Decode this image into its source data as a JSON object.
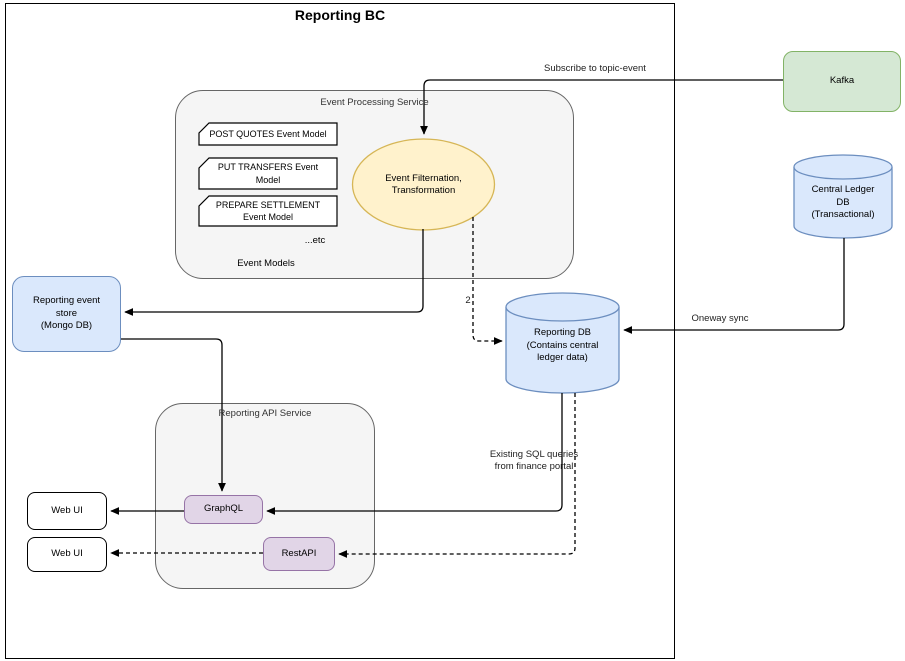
{
  "title": "Reporting BC",
  "colors": {
    "kafka_fill": "#d5e8d4",
    "kafka_stroke": "#82b366",
    "db_fill": "#dae8fc",
    "db_stroke": "#6c8ebf",
    "ellipse_fill": "#fff2cc",
    "ellipse_stroke": "#d6b656",
    "api_fill": "#e1d5e7",
    "api_stroke": "#9673a6",
    "container_fill": "#f5f5f5",
    "container_stroke": "#666666",
    "line": "#000000"
  },
  "containers": {
    "event_processing_service": {
      "label": "Event Processing Service",
      "models_label": "Event Models",
      "etc_label": "...etc"
    },
    "reporting_api_service": {
      "label": "Reporting API Service"
    }
  },
  "nodes": {
    "kafka": "Kafka",
    "central_ledger_db": "Central Ledger\nDB\n(Transactional)",
    "reporting_db": "Reporting DB\n(Contains central\nledger data)",
    "reporting_event_store": "Reporting event\nstore\n(Mongo DB)",
    "event_filternation": "Event Filternation,\nTransformation",
    "post_quotes_model": "POST QUOTES Event Model",
    "put_transfers_model": "PUT TRANSFERS Event\nModel",
    "prepare_settlement_model": "PREPARE SETTLEMENT\nEvent Model",
    "graphql": "GraphQL",
    "restapi": "RestAPI",
    "web_ui_top": "Web UI",
    "web_ui_bottom": "Web UI"
  },
  "edge_labels": {
    "subscribe": "Subscribe to topic-event",
    "oneway_sync": "Oneway sync",
    "step_2": "2",
    "sql_queries": "Existing SQL queries\nfrom finance portal"
  }
}
